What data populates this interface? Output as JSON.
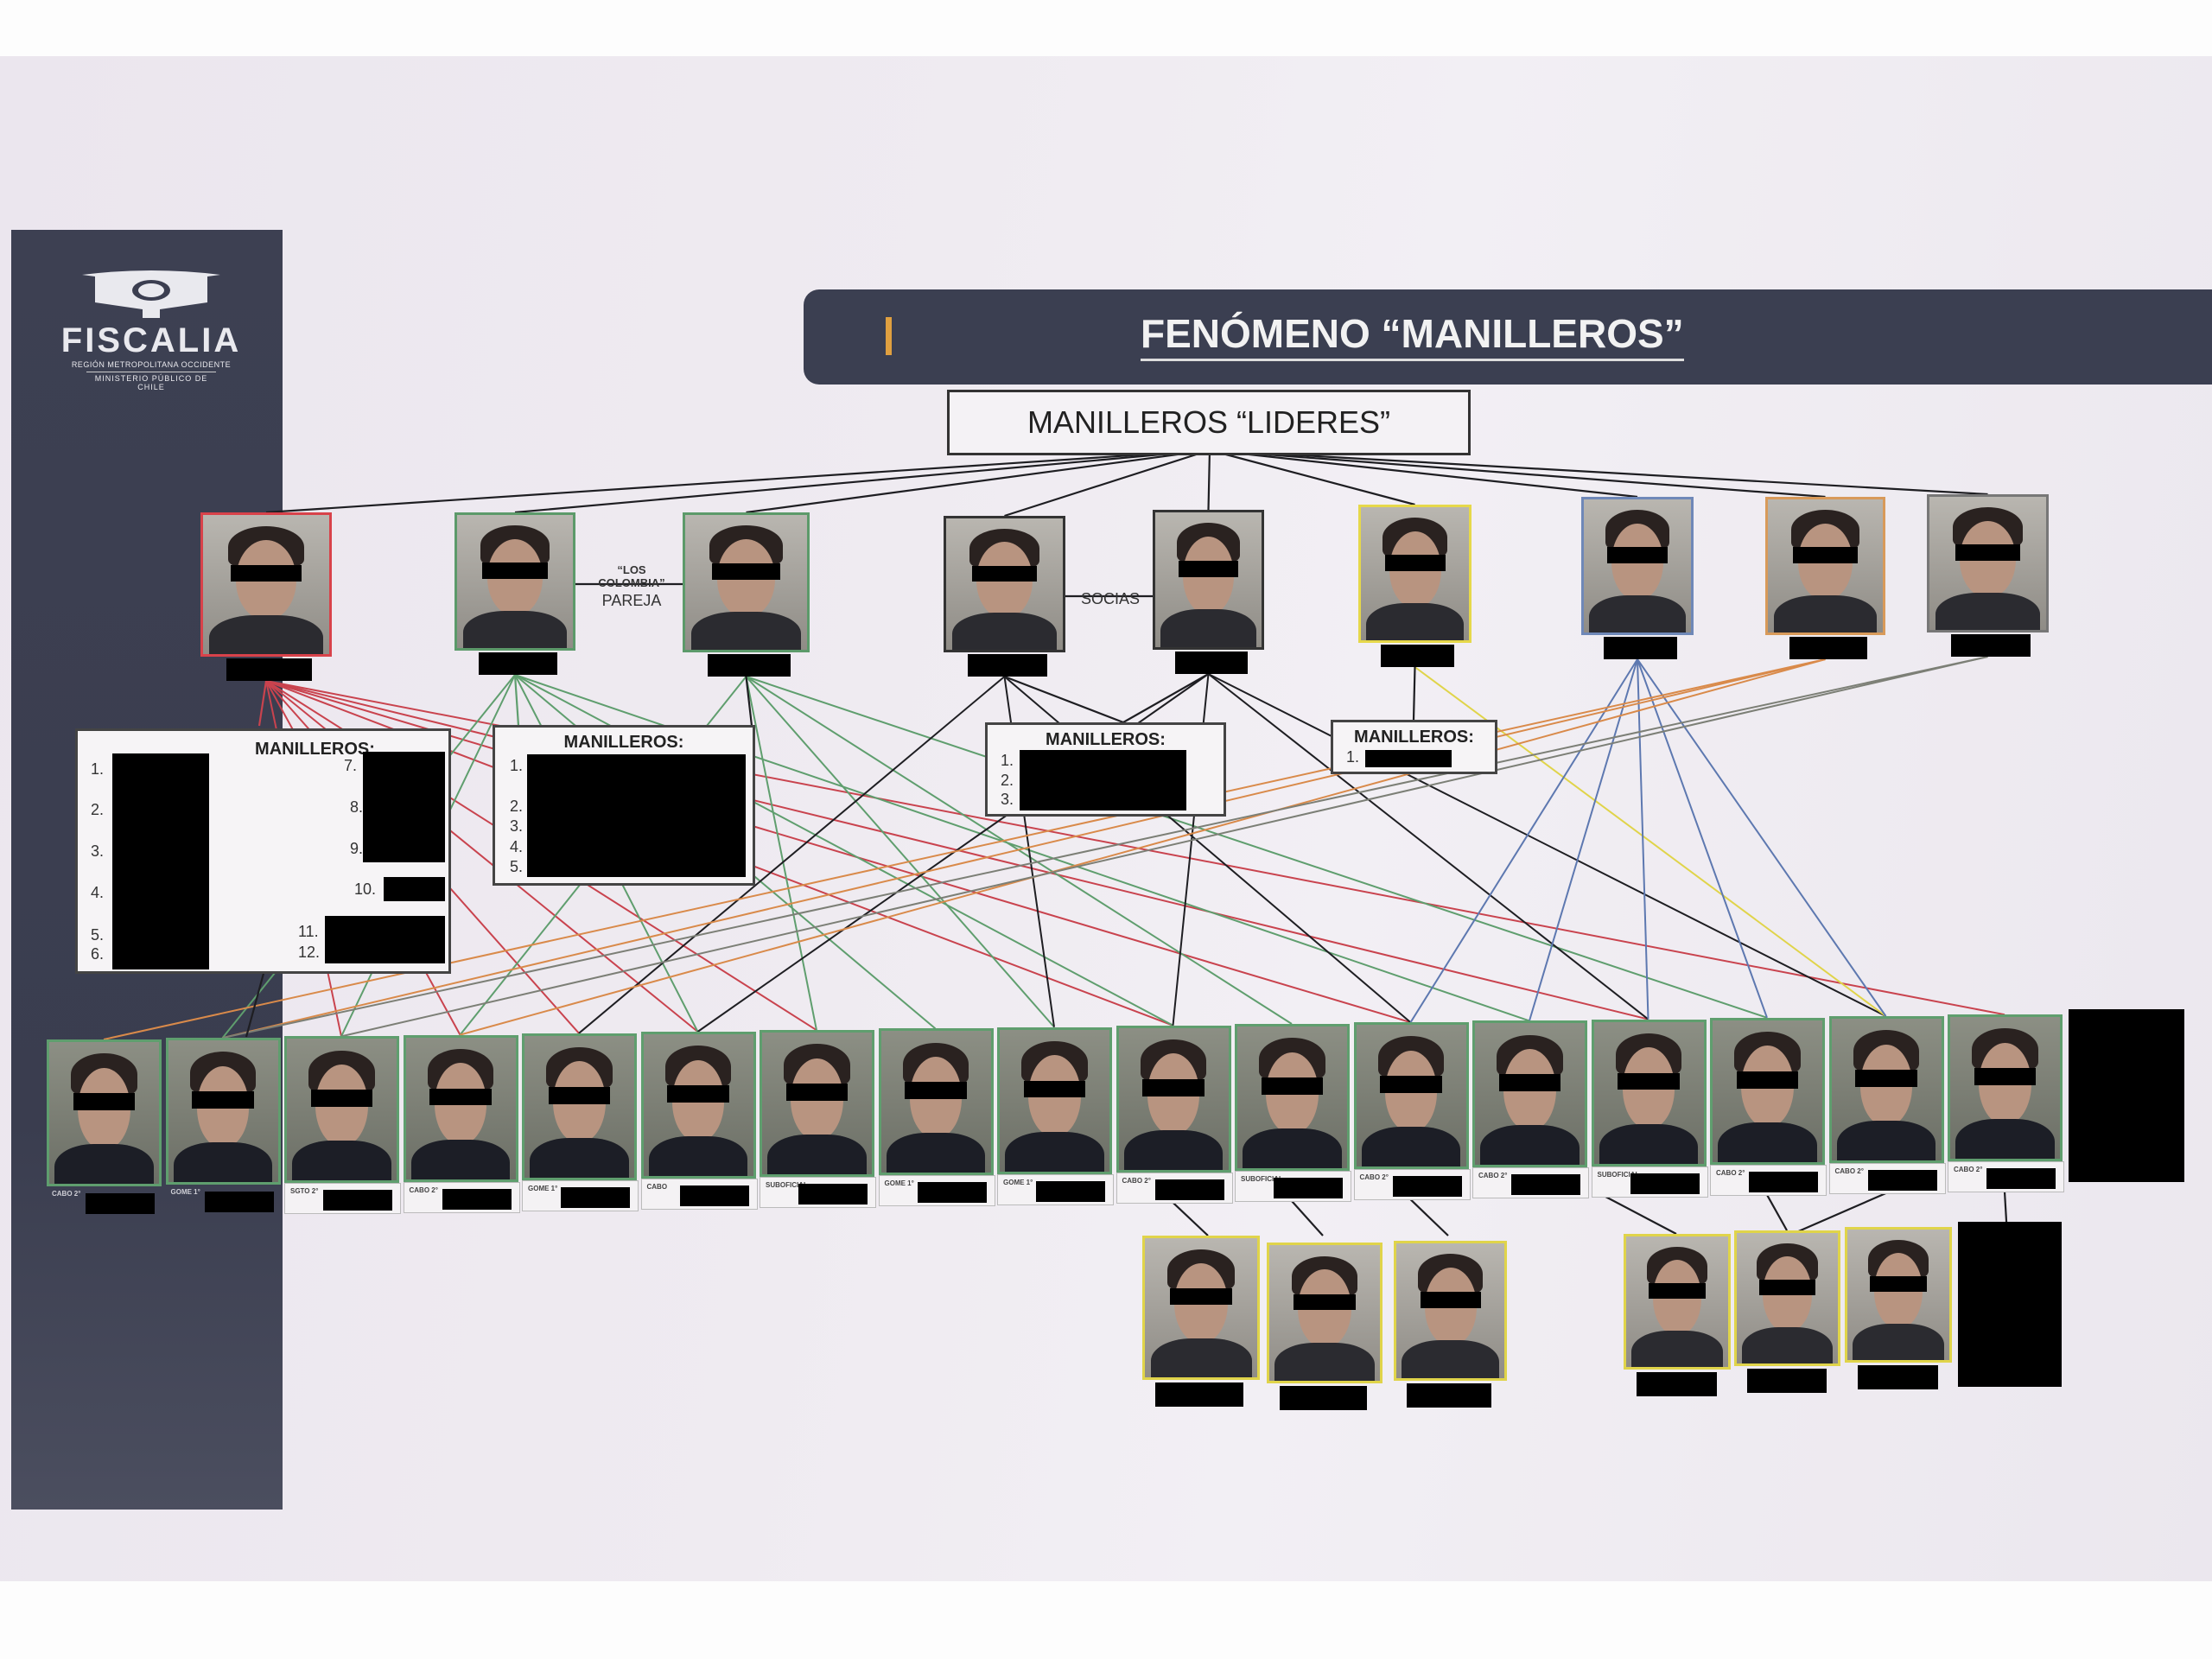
{
  "logo": {
    "name": "FISCALIA",
    "region": "REGIÓN METROPOLITANA OCCIDENTE",
    "ministry": "MINISTERIO PÚBLICO DE CHILE"
  },
  "header": {
    "title": "FENÓMENO “MANILLEROS”"
  },
  "leaders_box": {
    "label": "MANILLEROS “LIDERES”"
  },
  "relations": {
    "los_colombia": "“LOS COLOMBIA”",
    "pareja": "PAREJA",
    "socias": "SOCIAS"
  },
  "groups": [
    {
      "title": "MANILLEROS:",
      "numbers": [
        "1.",
        "2.",
        "3.",
        "4.",
        "5.",
        "6.",
        "7.",
        "8.",
        "9.",
        "10.",
        "11.",
        "12."
      ]
    },
    {
      "title": "MANILLEROS:",
      "numbers": [
        "1.",
        "2.",
        "3.",
        "4.",
        "5."
      ]
    },
    {
      "title": "MANILLEROS:",
      "numbers": [
        "1.",
        "2.",
        "3."
      ]
    },
    {
      "title": "MANILLEROS:",
      "numbers": [
        "1."
      ]
    }
  ],
  "leaders": [
    {
      "border": "#d8424a"
    },
    {
      "border": "#5c9a6a"
    },
    {
      "border": "#5c9a6a"
    },
    {
      "border": "#333333"
    },
    {
      "border": "#333333"
    },
    {
      "border": "#e6d84a"
    },
    {
      "border": "#6f88b8"
    },
    {
      "border": "#d89a5a"
    },
    {
      "border": "#777777"
    }
  ],
  "officers": {
    "ranks": [
      "CABO 2°",
      "GOME 1°",
      "SGTO 2°",
      "CABO 2°",
      "GOME 1°",
      "CABO",
      "SUBOFICIAL",
      "GOME 1°",
      "GOME 1°",
      "CABO 2°",
      "SUBOFICIAL",
      "CABO 2°",
      "CABO 2°",
      "SUBOFICIAL",
      "CABO 2°",
      "CABO 2°",
      "CABO 2°"
    ]
  },
  "colors": {
    "red": "#c9434e",
    "green": "#5f9e6e",
    "black": "#1e1e22",
    "yellow": "#e0d44a",
    "blue": "#5d78b0",
    "orange": "#d98a4a",
    "gray": "#7c7f76"
  }
}
